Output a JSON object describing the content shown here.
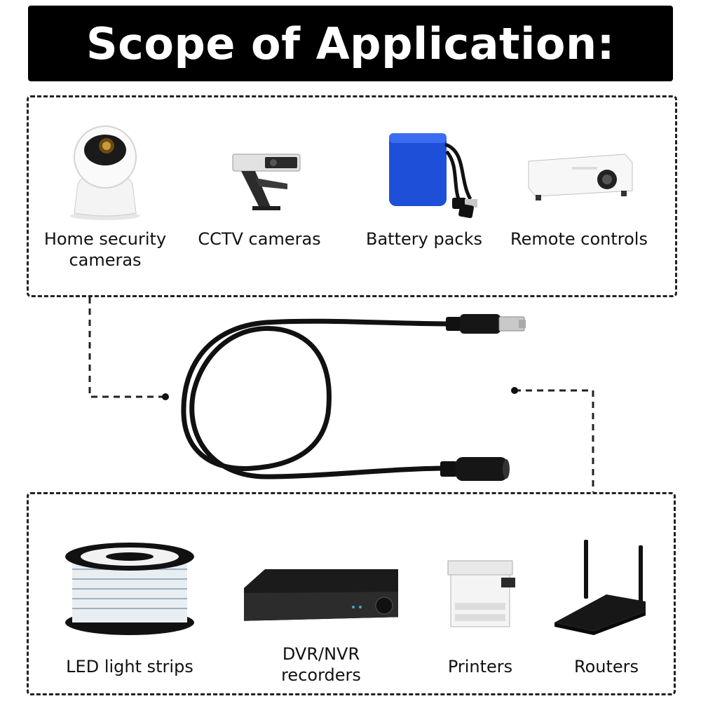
{
  "title": "Scope of Application:",
  "top_items": [
    {
      "label": "Home security cameras",
      "icon": "home-security-camera-icon"
    },
    {
      "label": "CCTV cameras",
      "icon": "cctv-camera-icon"
    },
    {
      "label": "Battery packs",
      "icon": "battery-pack-icon"
    },
    {
      "label": "Remote controls",
      "icon": "projector-icon"
    }
  ],
  "bottom_items": [
    {
      "label": "LED light strips",
      "icon": "led-strip-reel-icon"
    },
    {
      "label": "DVR/NVR recorders",
      "icon": "dvr-recorder-icon"
    },
    {
      "label": "Printers",
      "icon": "printer-icon"
    },
    {
      "label": "Routers",
      "icon": "router-icon"
    }
  ],
  "colors": {
    "banner": "#000000",
    "battery": "#1e4fd8",
    "cable": "#111111"
  }
}
